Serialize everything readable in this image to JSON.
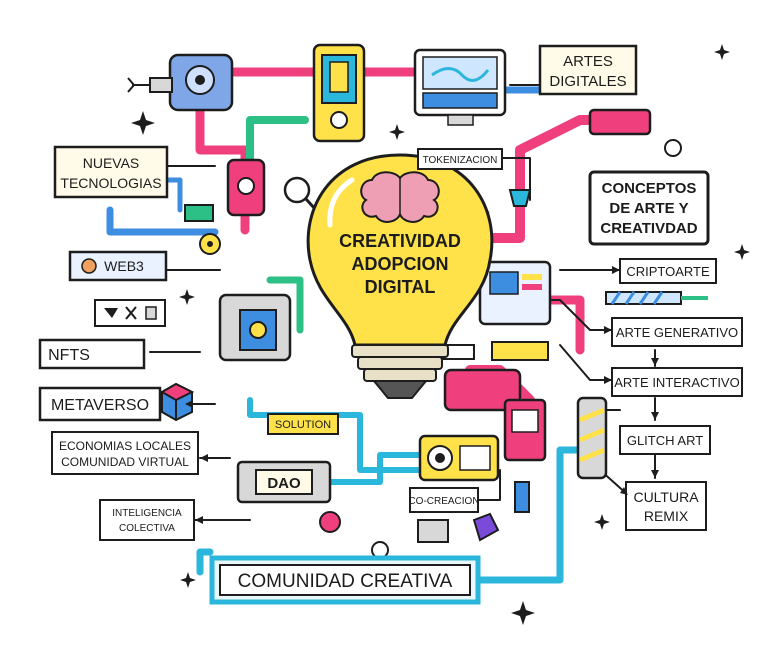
{
  "center": {
    "line1": "CREATIVIDAD",
    "line2": "ADOPCION",
    "line3": "DIGITAL"
  },
  "labels": {
    "artes_digitales_1": "ARTES",
    "artes_digitales_2": "DIGITALES",
    "nuevas_tec_1": "NUEVAS",
    "nuevas_tec_2": "TECNOLOGIAS",
    "tokenizacion": "TOKENIZACION",
    "conceptos_1": "CONCEPTOS",
    "conceptos_2": "DE ARTE Y",
    "conceptos_3": "CREATIVDAD",
    "web3": "WEB3",
    "criptoarte": "CRIPTOARTE",
    "nfts": "NFTS",
    "arte_generativo": "ARTE GENERATIVO",
    "metaverso": "METAVERSO",
    "arte_interactivo": "ARTE INTERACTIVO",
    "solution": "SOLUTION",
    "economias_1": "ECONOMIAS LOCALES",
    "economias_2": "COMUNIDAD VIRTUAL",
    "glitch_art": "GLITCH ART",
    "dao": "DAO",
    "co_creacion": "CO-CREACION",
    "cultura_1": "CULTURA",
    "cultura_2": "REMIX",
    "inteligencia_1": "INTELIGENCIA",
    "inteligencia_2": "COLECTIVA",
    "comunidad": "COMUNIDAD CREATIVA"
  },
  "colors": {
    "bulb": "#ffe24a",
    "pink": "#ef3f7c",
    "blue": "#3d8ee0",
    "cyan": "#2bb6dc",
    "green": "#2cbf86",
    "box_fill": "#fffbe8",
    "outline": "#1d1d1d"
  }
}
